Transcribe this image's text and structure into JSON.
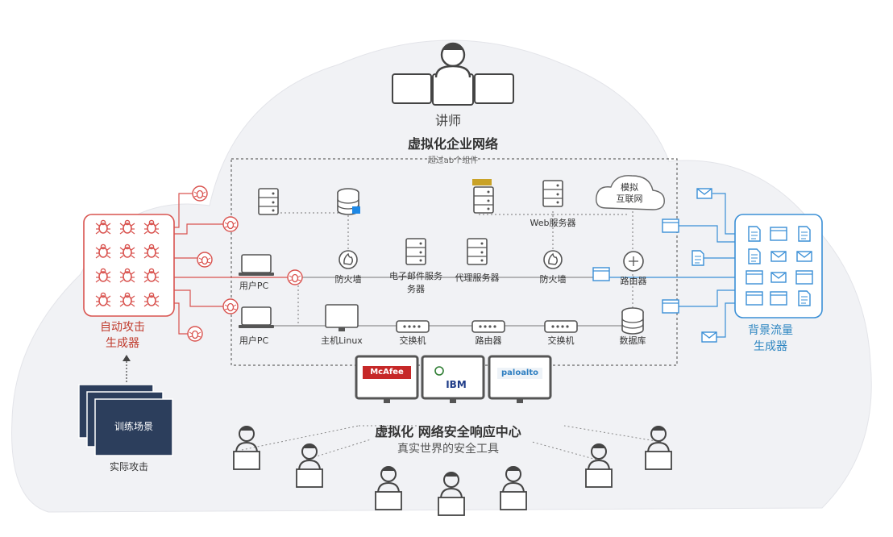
{
  "instructor": {
    "label": "讲师"
  },
  "enterprise": {
    "title": "虚拟化企业网络",
    "subtitle": "超过ab个组件"
  },
  "nodes": {
    "web_server": "Web服务器",
    "firewall_left": "防火墙",
    "email_server_line1": "电子邮件服务",
    "email_server_line2": "务器",
    "proxy_server": "代理服务器",
    "firewall_right": "防火墙",
    "router": "路由器",
    "user_pc_top": "用户PC",
    "user_pc_bottom": "用户PC",
    "host_linux": "主机Linux",
    "switch_left": "交换机",
    "router_bottom": "路由器",
    "switch_right": "交换机",
    "database": "数据库",
    "internet_line1": "模拟",
    "internet_line2": "互联网"
  },
  "attack_generator": {
    "line1": "自动攻击",
    "line2": "生成器"
  },
  "traffic_generator": {
    "line1": "背景流量",
    "line2": "生成器"
  },
  "scenario": {
    "card_label": "训练场景",
    "caption": "实际攻击"
  },
  "soc": {
    "title": "虚拟化 网络安全响应中心",
    "subtitle": "真实世界的安全工具"
  },
  "tools": [
    {
      "name": "McAfee",
      "icon": "mcafee-logo"
    },
    {
      "name": "IBM",
      "icon": "ibm-logo"
    },
    {
      "name": "paloalto",
      "icon": "paloalto-logo"
    }
  ],
  "colors": {
    "attack": "#d9534f",
    "traffic": "#3a8fd6",
    "cloud": "#f1f2f5",
    "dark_card": "#2c3e5c"
  }
}
